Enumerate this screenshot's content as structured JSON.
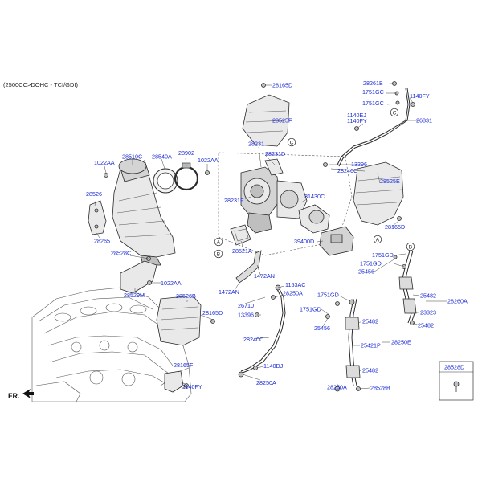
{
  "header": {
    "engine": "(2500CC>DOHC - TCI/GDI)"
  },
  "front_marker": "FR.",
  "callouts": {
    "a": "A",
    "b": "B",
    "c": "C"
  },
  "legend_box": {
    "title": "28528D"
  },
  "parts": {
    "p28165D_top": "28165D",
    "p28525F": "28525F",
    "p28231": "28231",
    "p28231D": "28231D",
    "p28231F": "28231F",
    "p28510C": "28510C",
    "p28540A": "28540A",
    "p28902": "28902",
    "p1022AA_left": "1022AA",
    "p1022AA_mid": "1022AA",
    "p28526": "28526",
    "p28265": "28265",
    "p28528C": "28528C",
    "p1022AA_low": "1022AA",
    "p28529M": "28529M",
    "p28526B": "28526B",
    "p28165D_mid": "28165D",
    "p28165F": "28165F",
    "p1140FY_low": "1140FY",
    "p28261B": "28261B",
    "p1751GC_a": "1751GC",
    "p1751GC_b": "1751GC",
    "p1140FY_top": "1140FY",
    "p1140EJ": "1140EJ",
    "p1140FY_c": "1140FY",
    "p26831": "26831",
    "p13396_a": "13396",
    "p28246C": "28246C",
    "p28525E": "28525E",
    "p28165D_right": "28165D",
    "p31430C": "31430C",
    "p39400D": "39400D",
    "p28521A": "28521A",
    "p1472AN_a": "1472AN",
    "p1472AN_b": "1472AN",
    "p1153AC": "1153AC",
    "p28250A_a": "28250A",
    "p26710": "26710",
    "p13396_b": "13396",
    "p28240C": "28240C",
    "p1140DJ": "1140DJ",
    "p28250A_b": "28250A",
    "p1751GD_a": "1751GD",
    "p1751GD_b": "1751GD",
    "p25456_a": "25456",
    "p25482_a": "25482",
    "p28260A": "28260A",
    "p23323": "23323",
    "p25482_b": "25482",
    "p1751GD_c": "1751GD",
    "p1751GD_d": "1751GD",
    "p25456_b": "25456",
    "p25482_c": "25482",
    "p25421P": "25421P",
    "p28250E": "28250E",
    "p25482_d": "25482",
    "p28250A_c": "28250A",
    "p28528B": "28528B"
  }
}
